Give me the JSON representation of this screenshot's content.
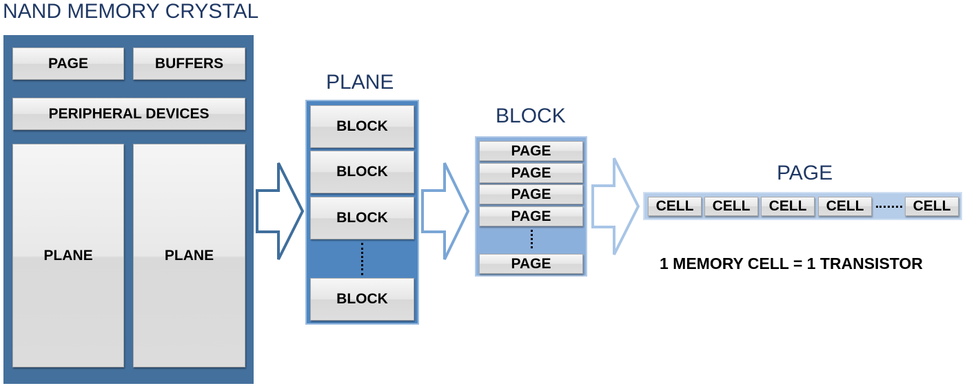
{
  "crystal": {
    "title": "NAND MEMORY CRYSTAL",
    "page_label": "PAGE",
    "buffers_label": "BUFFERS",
    "peripheral_label": "PERIPHERAL DEVICES",
    "plane_left_label": "PLANE",
    "plane_right_label": "PLANE"
  },
  "plane": {
    "title": "PLANE",
    "blocks": [
      "BLOCK",
      "BLOCK",
      "BLOCK",
      "BLOCK"
    ]
  },
  "block": {
    "title": "BLOCK",
    "pages": [
      "PAGE",
      "PAGE",
      "PAGE",
      "PAGE",
      "PAGE"
    ]
  },
  "page": {
    "title": "PAGE",
    "cells": [
      "CELL",
      "CELL",
      "CELL",
      "CELL",
      "CELL"
    ],
    "note": "1 MEMORY CELL = 1 TRANSISTOR"
  },
  "colors": {
    "crystal_panel": "#44709d",
    "plane_panel": "#4f86c0",
    "block_panel": "#8cb0dc",
    "page_panel": "#b6cde9",
    "title_text": "#1f3864"
  }
}
